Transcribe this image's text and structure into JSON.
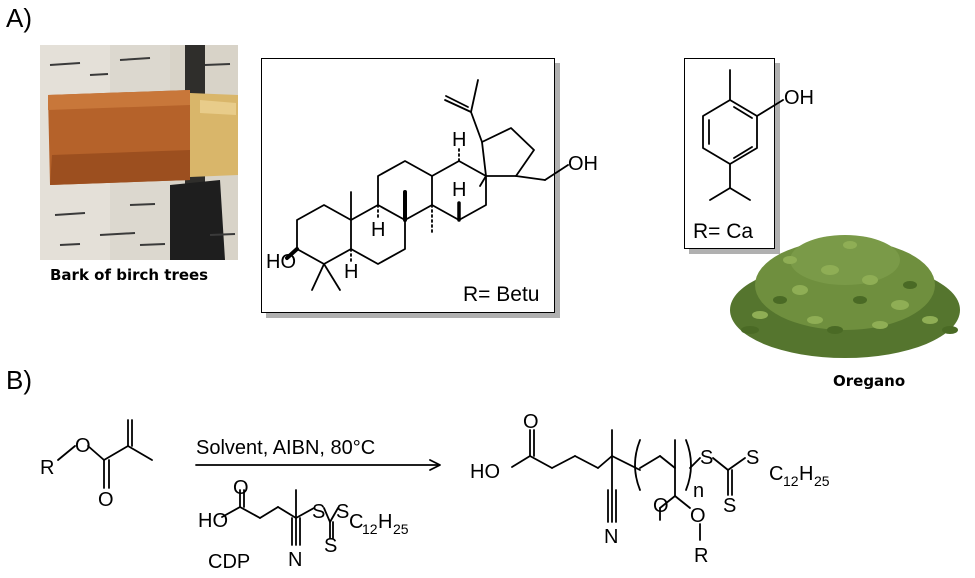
{
  "sections": {
    "a_label": "A)",
    "b_label": "B)"
  },
  "birch": {
    "caption": "Bark of birch trees"
  },
  "betulin": {
    "r_label": "R= Betu",
    "oh": "OH",
    "ho": "HO",
    "h": "H"
  },
  "carvacrol": {
    "r_label": "R= Ca",
    "oh": "OH"
  },
  "oregano": {
    "caption": "Oregano"
  },
  "reaction": {
    "conditions": "Solvent, AIBN, 80°C",
    "agent_label": "CDP",
    "r": "R",
    "o": "O",
    "ho": "HO",
    "s": "S",
    "n_atom": "N",
    "n_sub": "n",
    "c12h25_c": "C",
    "c12h25_12": "12",
    "c12h25_h": "H",
    "c12h25_25": "25"
  },
  "colors": {
    "bark_white": "#e6e2da",
    "bark_orange": "#b8642a",
    "oregano_green": "#6f8f3e",
    "shadow": "#b0b0b0"
  }
}
